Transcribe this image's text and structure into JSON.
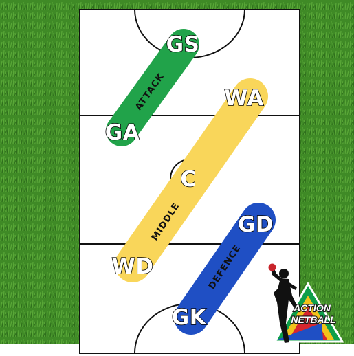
{
  "zones": {
    "attack": "ATTACK",
    "middle": "MIDDLE",
    "defence": "DEFENCE"
  },
  "positions": {
    "gs": "GS",
    "ga": "GA",
    "wa": "WA",
    "c": "C",
    "wd": "WD",
    "gd": "GD",
    "gk": "GK"
  },
  "logo": {
    "line1": "ACTION",
    "line2": "NETBALL"
  },
  "colors": {
    "attack": "#21a34a",
    "middle": "#f9d65a",
    "defence": "#1f4fc4",
    "grass": "#3f8a26",
    "court": "#ffffff",
    "court_lines": "#111111"
  }
}
